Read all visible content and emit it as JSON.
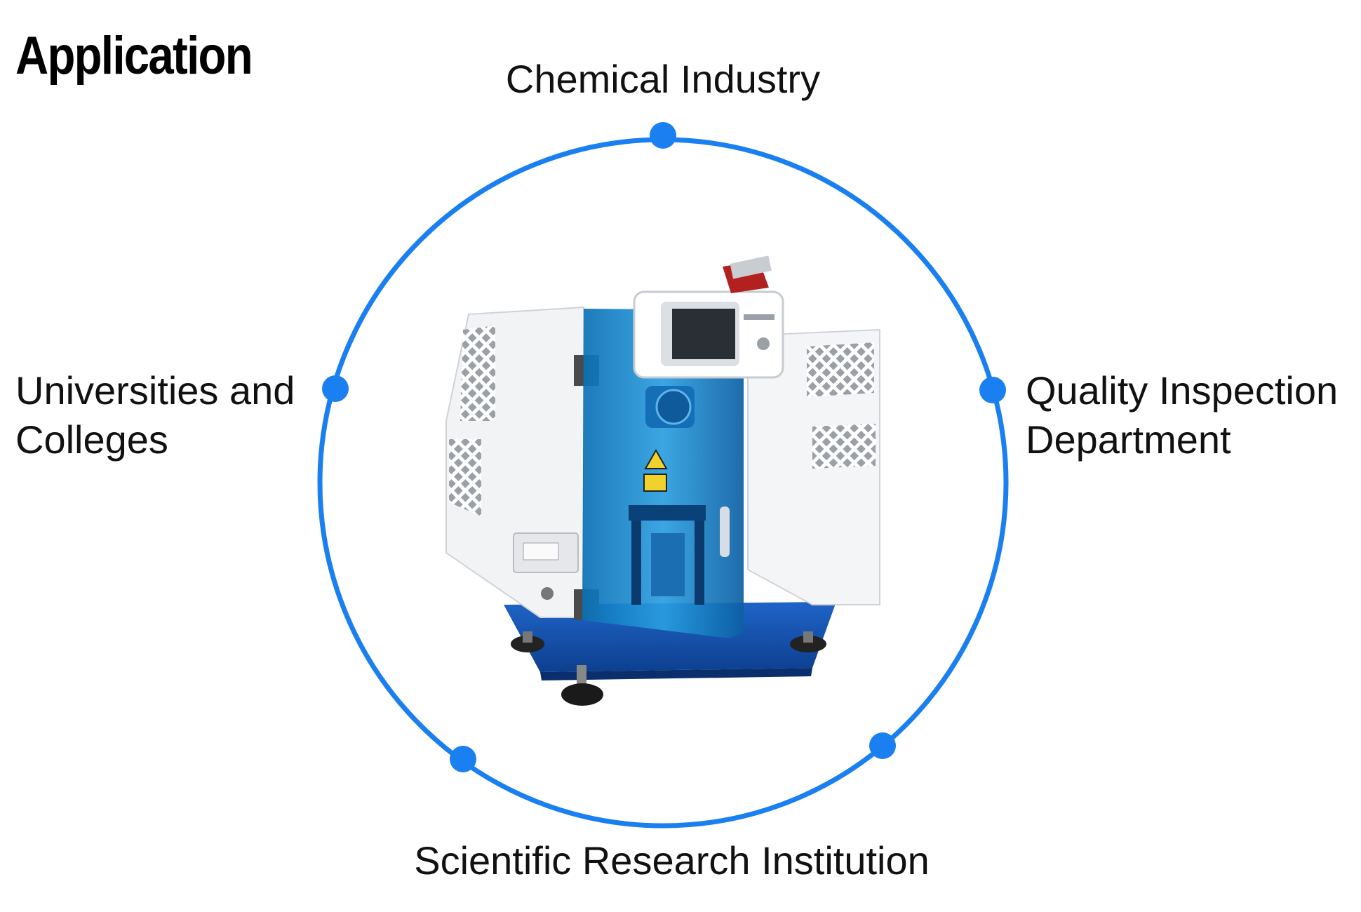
{
  "title": "Application",
  "accent_color": "#1a7ff0",
  "applications": {
    "top": {
      "lines": [
        "Chemical Industry"
      ]
    },
    "left": {
      "lines": [
        "Universities and",
        "Colleges"
      ]
    },
    "right": {
      "lines": [
        "Quality Inspection",
        "Department"
      ]
    },
    "bottom": {
      "lines": [
        "Scientific Research Institution"
      ]
    }
  },
  "center_image": {
    "icon": "impact-testing-machine-icon"
  }
}
